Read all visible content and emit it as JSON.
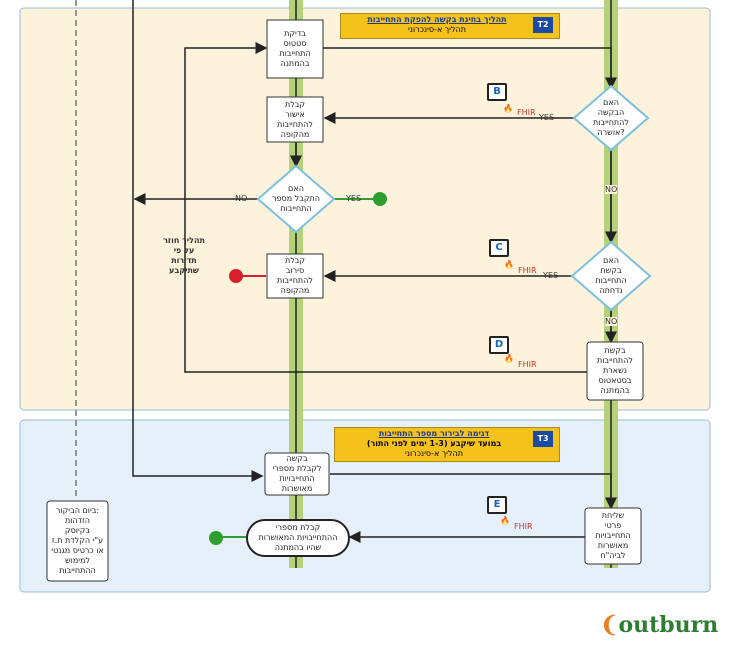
{
  "swimlanes": {
    "t2": {
      "badge": "T2",
      "title": "תהליך בחינת בקשה להפקת התחייבות",
      "subtitle": "תהליך א-סינכרוני"
    },
    "t3": {
      "badge": "T3",
      "title": "דגימה לבירור מספר התחייבות",
      "title2": "במועד שיקבע (1-3 ימים לפני התור)",
      "subtitle": "תהליך א-סינכרוני"
    }
  },
  "nodes": {
    "check_status": "בדיקת\nסטטוס\nהתחייבות\nבהמתנה",
    "receive_approval": "קבלת\nאישור\nלהתחייבות\nמהקופה",
    "got_number": "האם\nהתקבל מספר\nהתחייבות",
    "receive_refusal": "קבלת\nסירוב\nלהתחייבות\nמהקופה",
    "request_approved": "האם\nהבקשה\nלהתחייבות\nאושרה?",
    "request_rejected": "האם\nבקשת\nהתחייבות\nנדחתה",
    "remained_pending": "בקשת\nלהתחייבות\nנשארת\nבסטאטוס\nבהמתנה",
    "request_numbers": "בקשה\nלקבלת מספרי\nהתחייבויות\nמאושרות",
    "send_details": "שליחת\nפרטי\nהתחייבויות\nמאושרות\nלביה\"ח",
    "receive_numbers": "קבלת מספרי\nההתחייבויות המאושרות\nשהיו בהמתנה",
    "visit_day": "ביום הביקור:\nהזדהות\nבקיוסק\nע\"י הקלדת ת.ז\nאו כרטיס מגנטי\nלמימוש\nההתחייבות"
  },
  "labels": {
    "return_process": "תהליך חוזר\nעל פי\nתדירות\nשתיקבע",
    "yes": "YES",
    "no": "NO",
    "fhir": "FHIR"
  },
  "markers": [
    "B",
    "C",
    "D",
    "E"
  ],
  "logo": "outburn",
  "colors": {
    "t2_bg": "#fdf3dc",
    "t3_bg": "#e6f0fa",
    "lane": "#b5d27a",
    "diamond": "#7cc0dd",
    "title": "#f5c21b",
    "green": "#2e9e2e",
    "red": "#d61f2c"
  }
}
